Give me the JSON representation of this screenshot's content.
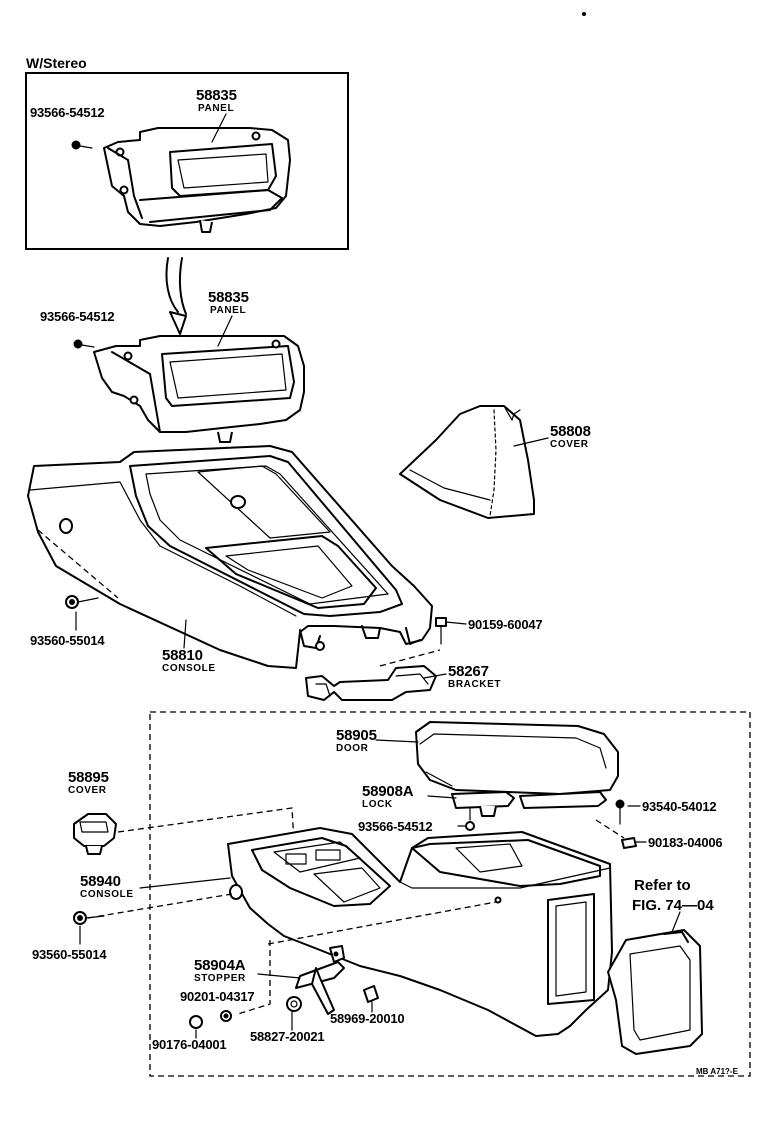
{
  "header": {
    "variant": "W/Stereo"
  },
  "callouts": {
    "panel_stereo": {
      "part_no": "58835",
      "name": "PANEL"
    },
    "screw_stereo": {
      "part_no": "93566-54512"
    },
    "panel": {
      "part_no": "58835",
      "name": "PANEL"
    },
    "screw_panel": {
      "part_no": "93566-54512"
    },
    "cover_shift": {
      "part_no": "58808",
      "name": "COVER"
    },
    "screw_console": {
      "part_no": "93560-55014"
    },
    "console": {
      "part_no": "58810",
      "name": "CONSOLE"
    },
    "bolt_bracket": {
      "part_no": "90159-60047"
    },
    "bracket": {
      "part_no": "58267",
      "name": "BRACKET"
    },
    "door": {
      "part_no": "58905",
      "name": "DOOR"
    },
    "cover_plug": {
      "part_no": "58895",
      "name": "COVER"
    },
    "lock": {
      "part_no": "58908A",
      "name": "LOCK"
    },
    "screw_lock": {
      "part_no": "93566-54512"
    },
    "screw_door": {
      "part_no": "93540-54012"
    },
    "clip_door": {
      "part_no": "90183-04006"
    },
    "rear_console": {
      "part_no": "58940",
      "name": "CONSOLE"
    },
    "screw_rear": {
      "part_no": "93560-55014"
    },
    "stopper": {
      "part_no": "58904A",
      "name": "STOPPER"
    },
    "nut_stopper": {
      "part_no": "90201-04317"
    },
    "cushion": {
      "part_no": "58969-20010"
    },
    "cushion_small": {
      "part_no": "58827-20021"
    },
    "grommet": {
      "part_no": "90176-04001"
    }
  },
  "reference": {
    "line1": "Refer to",
    "line2": "FIG. 74—04"
  },
  "footer": {
    "code": "MB A71?-E"
  }
}
